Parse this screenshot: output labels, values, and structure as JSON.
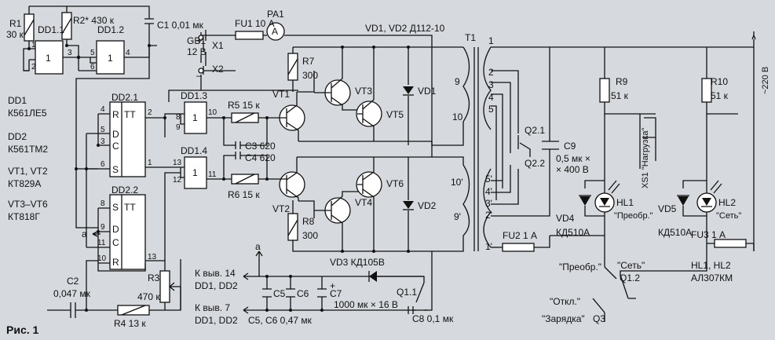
{
  "labels": {
    "R1": "R1",
    "R1v": "30 к",
    "R2": "R2* 430 к",
    "C1": "C1 0,01 мк",
    "DD11": "DD1.1",
    "DD12": "DD1.2",
    "DD13": "DD1.3",
    "DD14": "DD1.4",
    "FU1": "FU1 10 А",
    "PA1": "PA1",
    "PAA": "A",
    "GB1": "GB1",
    "GB1v": "12 В",
    "X1": "X1",
    "X2": "X2",
    "VD12": "VD1, VD2 Д112-10",
    "T1": "T1",
    "R7": "R7",
    "R7v": "300",
    "R8": "R8",
    "R8v": "300",
    "R5": "R5 15 к",
    "R6": "R6 15 к",
    "C3": "C3 620",
    "C4": "C4 620",
    "VT1": "VT1",
    "VT2": "VT2",
    "VT3": "VT3",
    "VT4": "VT4",
    "VT5": "VT5",
    "VT6": "VT6",
    "VD1": "VD1",
    "VD2": "VD2",
    "DD21": "DD2.1",
    "DD22": "DD2.2",
    "S": "S",
    "R": "R",
    "D": "D",
    "C": "C",
    "TT": "TT",
    "one": "1",
    "dd1": "DD1",
    "dd1t": "К561ЛЕ5",
    "dd2": "DD2",
    "dd2t": "К561ТМ2",
    "vt12": "VT1, VT2",
    "vt12t": "КТ829А",
    "vt36": "VT3–VT6",
    "vt36t": "КТ818Г",
    "a": "a",
    "C2": "C2",
    "C2v": "0,047 мк",
    "R3": "R3",
    "R3v": "470 к",
    "R4": "R4 13 к",
    "k14": "К выв. 14",
    "k14b": "DD1, DD2",
    "k7": "К выв. 7",
    "k7b": "DD1, DD2",
    "C5": "C5",
    "C6": "C6",
    "C7": "C7",
    "C7v": "1000 мк × 16 В",
    "C56": "C5, C6 0,47 мк",
    "VD3": "VD3 КД105В",
    "Q11": "Q1.1",
    "C8": "C8 0,1 мк",
    "Q21": "Q2.1",
    "Q22": "Q2.2",
    "C9": "C9",
    "C9a": "0,5 мк ×",
    "C9b": "× 400 В",
    "R9": "R9",
    "R9v": "51 к",
    "R10": "R10",
    "R10v": "51 к",
    "XS1": "XS1 \"Нагрузка\"",
    "v220": "~220 В",
    "HL1": "HL1",
    "HL1s": "\"Преобр.\"",
    "HL2": "HL2",
    "HL2s": "\"Сеть\"",
    "VD4": "VD4",
    "VD4v": "КД510А",
    "VD5": "VD5",
    "VD5v": "КД510А",
    "FU2": "FU2 1 А",
    "FU3": "FU3 1 А",
    "preobr": "\"Преобр.\"",
    "set": "\"Сеть\"",
    "Q12": "Q1.2",
    "otkl": "\"Откл.\"",
    "zar": "\"Зарядка\"",
    "Q3": "Q3",
    "hl12": "HL1, HL2",
    "hl12t": "АЛ307КМ",
    "fig": "Рис. 1",
    "t1": "1",
    "t2": "2",
    "t3": "3",
    "t4": "4",
    "t5": "5",
    "t9": "9",
    "t10": "10",
    "t10p": "10'",
    "t9p": "9'",
    "t5p": "5'",
    "t4p": "4'",
    "t3p": "3'",
    "t2p": "2'",
    "t1p": "1'",
    "plus": "+",
    "minus": "–",
    "p1": "1",
    "p2": "2",
    "p3": "3",
    "p4": "4",
    "p5": "5",
    "p6": "6",
    "p8": "8",
    "p9": "9",
    "p10": "10",
    "p11": "11",
    "p12": "12",
    "p13": "13"
  }
}
